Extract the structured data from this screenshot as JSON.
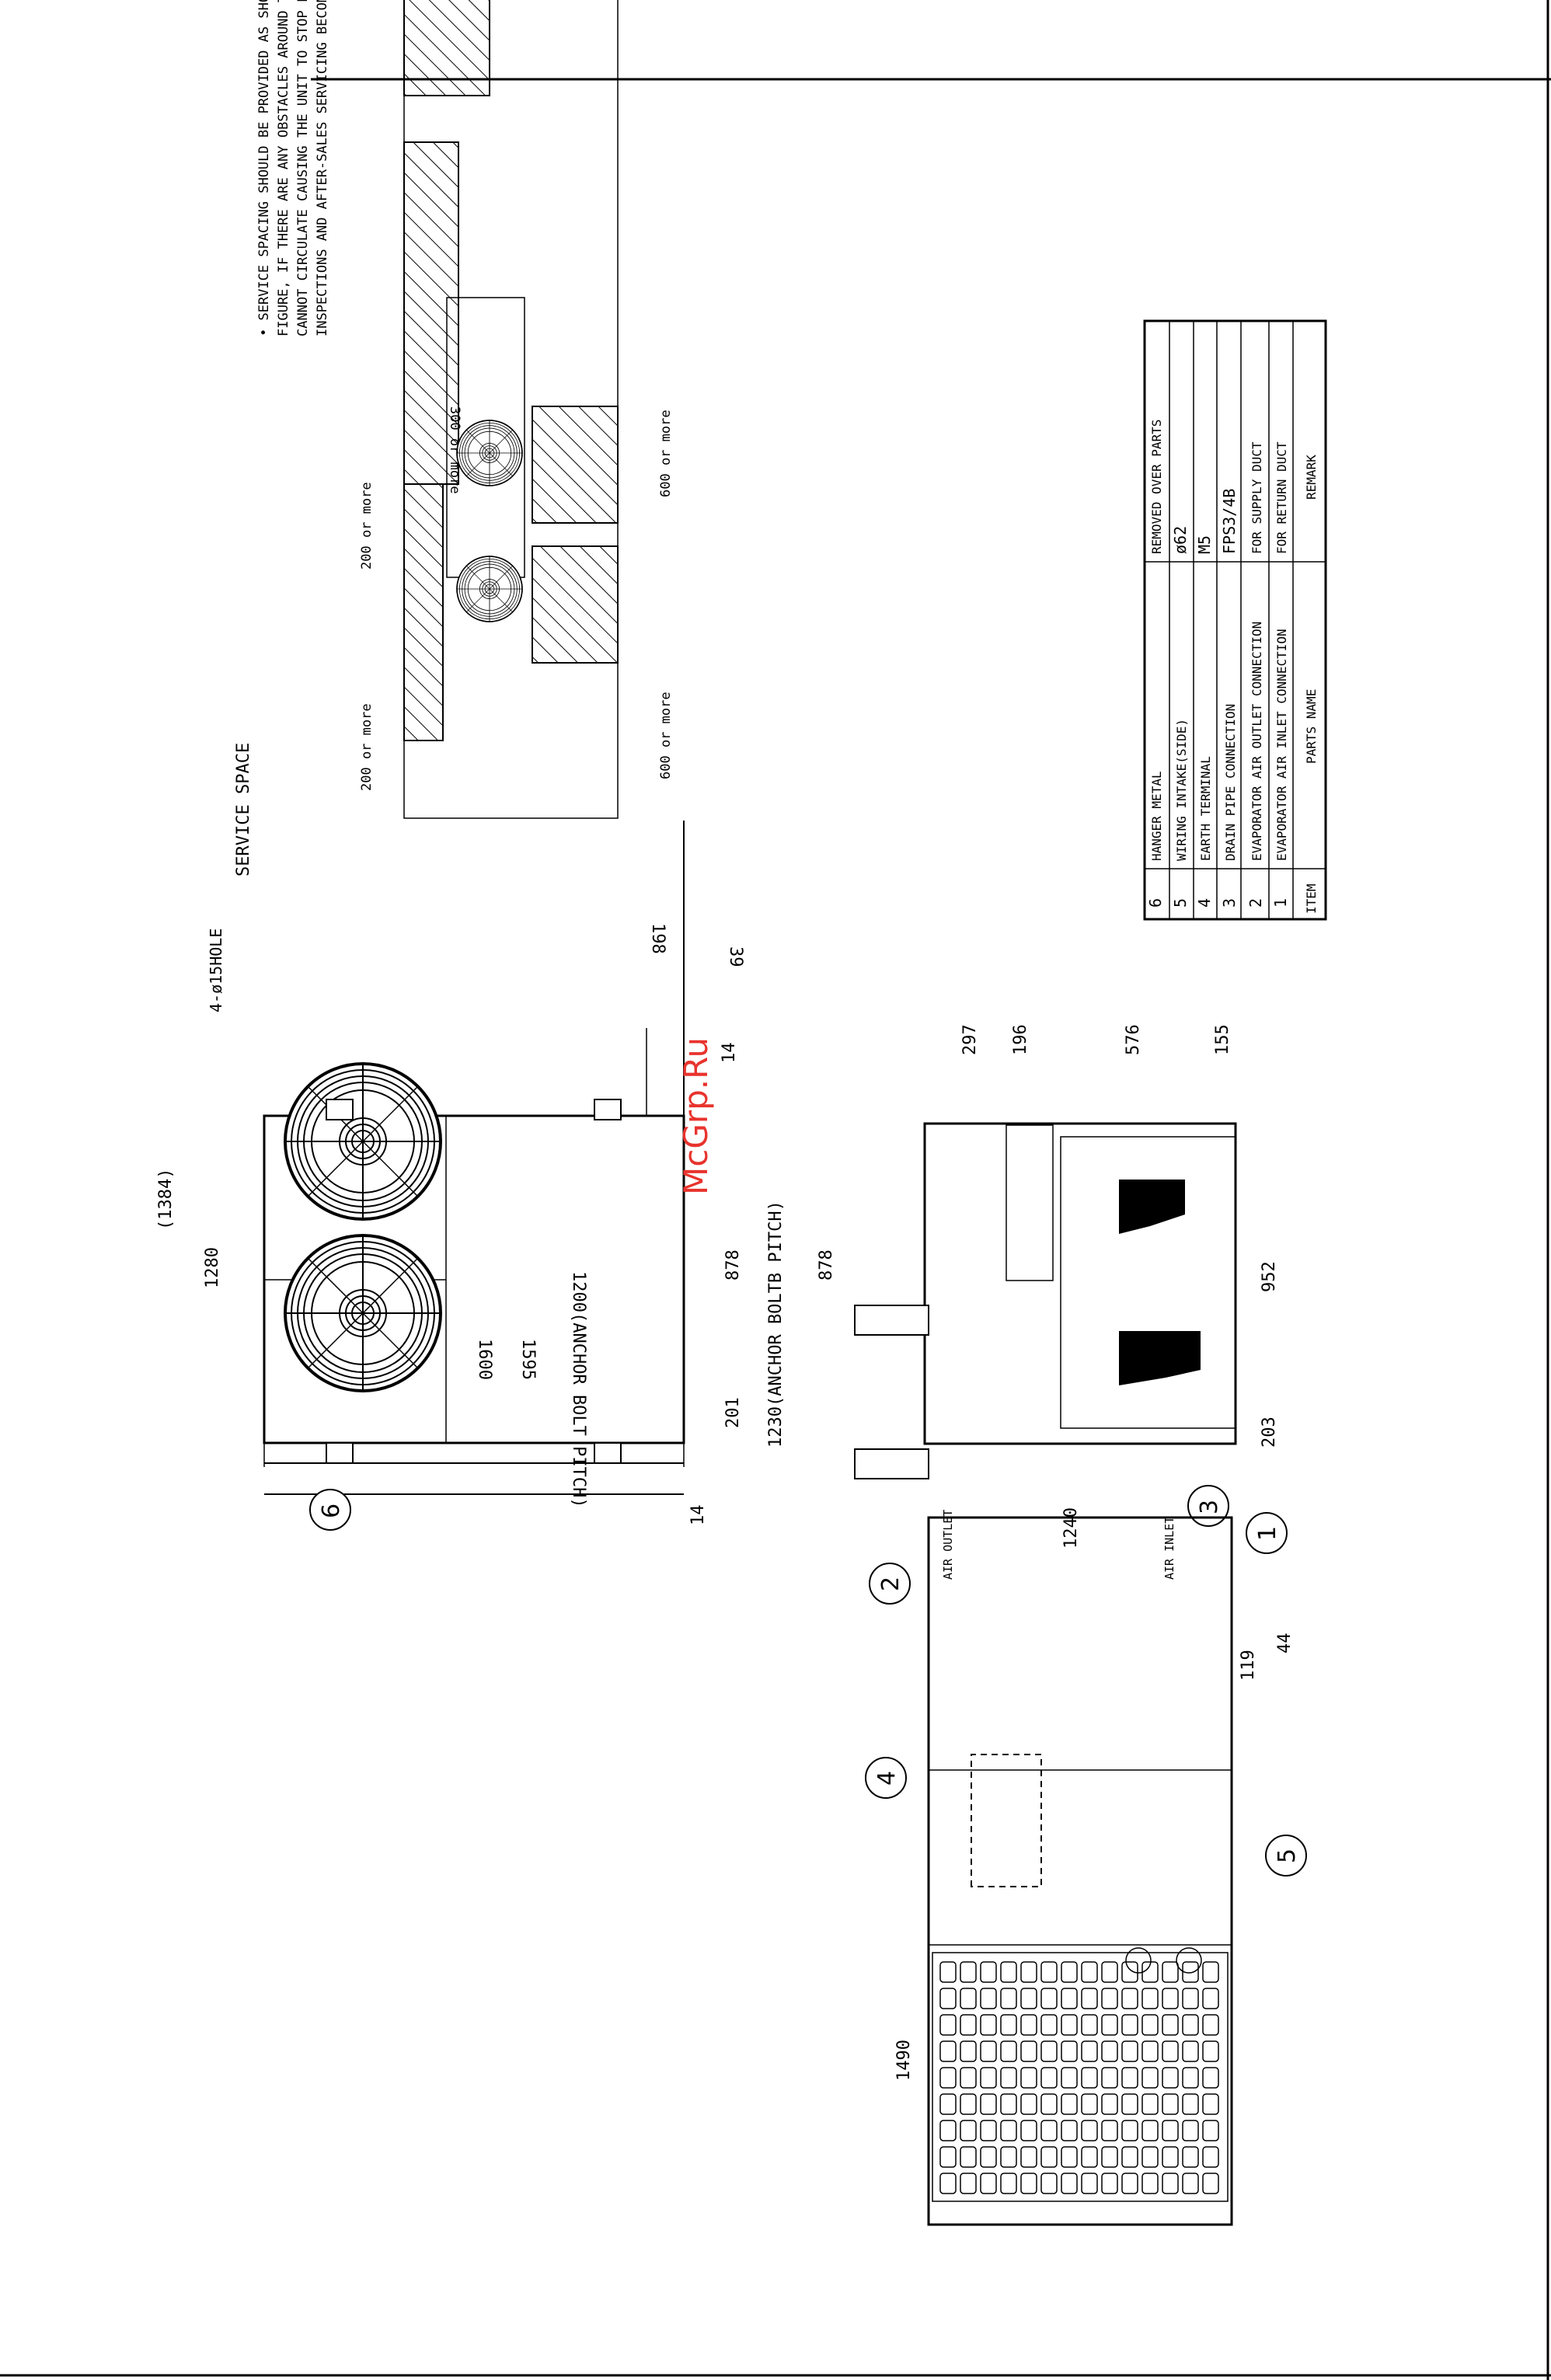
{
  "watermark": "McGrp.Ru",
  "service_space": {
    "title": "SERVICE SPACE",
    "note_lines": [
      "• SERVICE SPACING SHOULD BE PROVIDED AS SHOWN IN THE",
      "FIGURE, IF THERE ARE ANY OBSTACLES AROUND THE UNIT, AIR",
      "CANNOT CIRCULATE CAUSING THE UNIT TO STOP FREQUENTLY, AND",
      "INSPECTIONS AND AFTER-SALES SERVICING BECOMES DIFFICULT."
    ],
    "labels": {
      "side_left_a": "600 or more",
      "side_right_a": "600 or more",
      "top_left": "200 or more",
      "top_right": "200 or more",
      "rear": "300 or more"
    }
  },
  "parts_table": {
    "headers": {
      "item": "ITEM",
      "parts_name": "PARTS NAME",
      "remark": "REMARK"
    },
    "rows": [
      {
        "item": "6",
        "name": "HANGER METAL",
        "remark": "REMOVED OVER PARTS"
      },
      {
        "item": "5",
        "name": "WIRING INTAKE(SIDE)",
        "remark": "ø62"
      },
      {
        "item": "4",
        "name": "EARTH TERMINAL",
        "remark": "M5"
      },
      {
        "item": "3",
        "name": "DRAIN PIPE CONNECTION",
        "remark": "FPS3/4B"
      },
      {
        "item": "2",
        "name": "EVAPORATOR AIR OUTLET CONNECTION",
        "remark": "FOR SUPPLY DUCT"
      },
      {
        "item": "1",
        "name": "EVAPORATOR AIR INLET CONNECTION",
        "remark": "FOR RETURN DUCT"
      }
    ]
  },
  "top_view": {
    "dims": {
      "overall_1600": "1600",
      "d_1595": "1595",
      "anchor_pitch": "1200(ANCHOR BOLT PITCH)",
      "d_198": "198",
      "d_39": "39",
      "hole": "4-ø15HOLE",
      "d_1384": "(1384)",
      "d_1280": "1280",
      "d_878": "878",
      "anchor_pitch_2": "1230(ANCHOR BOLTB PITCH)",
      "d_201": "201",
      "d_14a": "14",
      "d_14b": "14"
    },
    "callout": "6"
  },
  "side_view": {
    "dims": {
      "d_297": "297",
      "d_196": "196",
      "d_576": "576",
      "d_155": "155",
      "d_878": "878",
      "d_952": "952",
      "d_203": "203"
    },
    "callout": "3"
  },
  "front_view": {
    "dims": {
      "d_1240": "1240",
      "d_119": "119",
      "d_44": "44",
      "d_1490": "1490"
    },
    "labels": {
      "air_outlet": "AIR OUTLET",
      "air_inlet": "AIR INLET"
    },
    "callouts": {
      "c1": "1",
      "c2": "2",
      "c4": "4",
      "c5": "5"
    }
  }
}
